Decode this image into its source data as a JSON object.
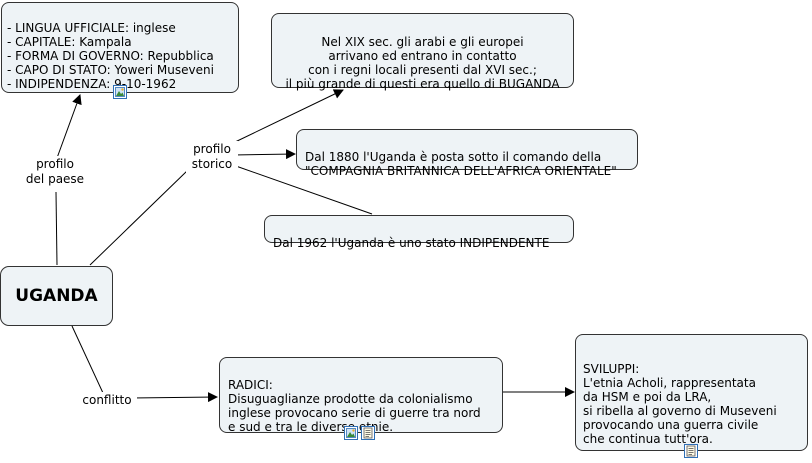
{
  "main": {
    "label": "UGANDA"
  },
  "info_box": {
    "lines": "- LINGUA UFFICIALE: inglese\n- CAPITALE: Kampala\n- FORMA DI GOVERNO: Repubblica\n- CAPO DI STATO: Yoweri Museveni\n- INDIPENDENZA: 9-10-1962",
    "resources": [
      "image-icon"
    ]
  },
  "links": {
    "profilo_paese": "profilo\ndel paese",
    "profilo_storico": "profilo\nstorico",
    "conflitto": "conflitto"
  },
  "history": {
    "arabi": "Nel XIX sec. gli arabi e gli europei\narrivano ed entrano in contatto\ncon i regni locali presenti dal XVI sec.;\nil più grande di questi era quello di BUGANDA",
    "compagnia": "Dal 1880 l'Uganda è posta sotto il comando della\n\"COMPAGNIA BRITANNICA DELL'AFRICA ORIENTALE\"",
    "indipendente": "Dal 1962 l'Uganda è uno stato INDIPENDENTE"
  },
  "radici": {
    "text": "RADICI:\nDisuguaglianze prodotte da colonialismo\ninglese provocano serie di guerre tra nord\ne sud e tra le diverse etnie.",
    "resources": [
      "image-icon",
      "document-icon"
    ]
  },
  "sviluppi": {
    "text": "SVILUPPI:\nL'etnia Acholi, rappresentata\n da HSM e poi da LRA,\nsi ribella al governo di Museveni\n provocando una guerra civile\nche continua tutt'ora.",
    "resources": [
      "document-icon"
    ]
  },
  "colors": {
    "node_fill": "#eef3f6",
    "node_border": "#333333",
    "icon_blue": "#2f6fb5"
  }
}
